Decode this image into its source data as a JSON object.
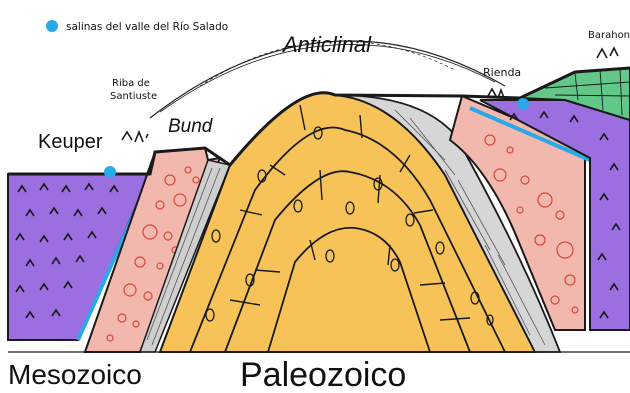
{
  "legend": {
    "text": "salinas del valle del Río Salado",
    "marker_color": "#29a9e8"
  },
  "labels": {
    "anticlinal": "Anticlinal",
    "keuper": "Keuper",
    "bund": "Bund",
    "riba": "Riba de",
    "santiuste": "Santiuste",
    "rienda": "Rienda",
    "barahona": "Barahona",
    "mesozoico": "Mesozoico",
    "paleozoico": "Paleozoico"
  },
  "colors": {
    "keuper_purple": "#9c6fe0",
    "conglomerate_pink": "#f2b8ad",
    "conglomerate_circles": "#d8473a",
    "paleozoic_orange": "#f7c358",
    "grey_band": "#cfcfcf",
    "green_layer": "#62c88a",
    "water_blue": "#29a9e8",
    "outline": "#1a1a1a"
  }
}
